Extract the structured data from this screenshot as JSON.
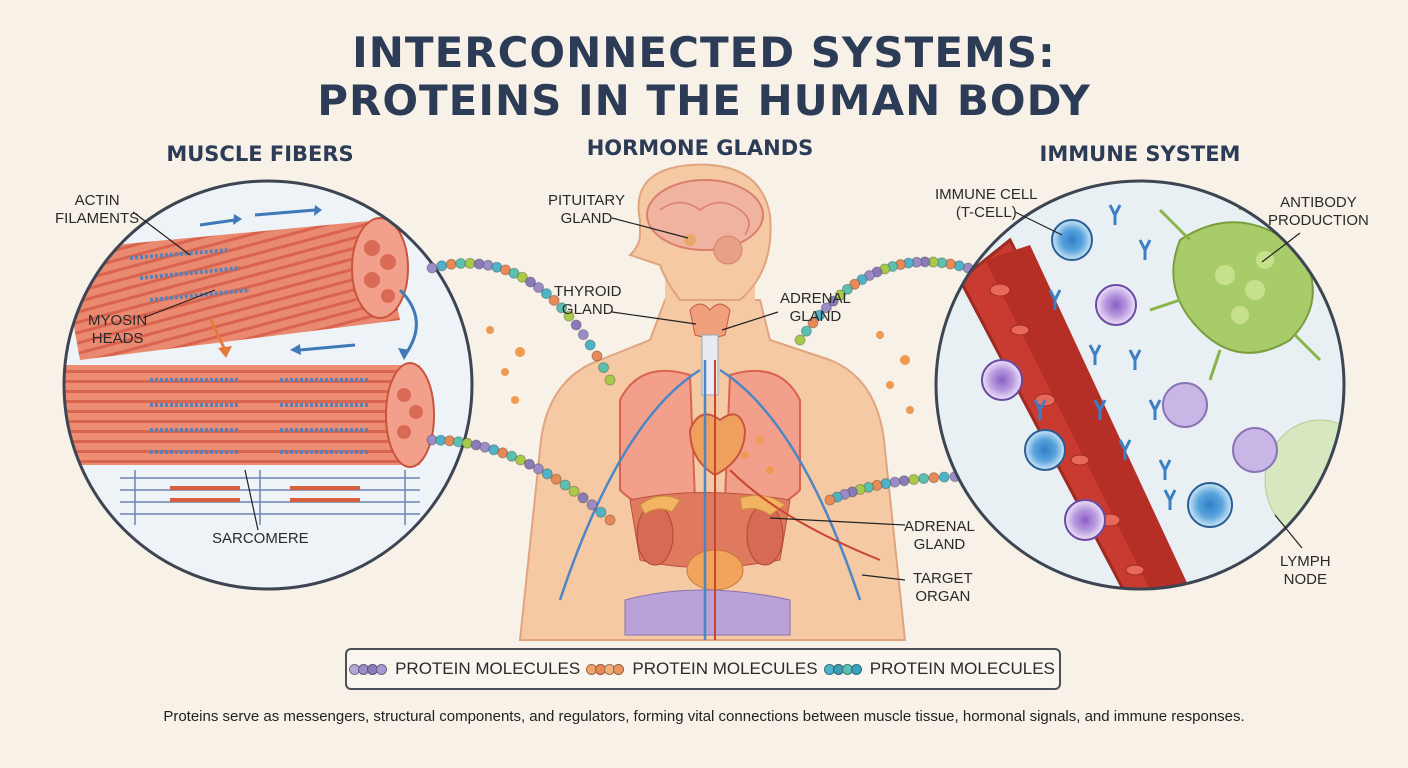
{
  "title": {
    "line1": "INTERCONNECTED SYSTEMS:",
    "line2": "PROTEINS IN THE HUMAN BODY"
  },
  "sections": {
    "muscle": "MUSCLE FIBERS",
    "hormone": "HORMONE GLANDS",
    "immune": "IMMUNE SYSTEM"
  },
  "labels": {
    "actin": [
      "ACTIN",
      "FILAMENTS"
    ],
    "myosin": [
      "MYOSIN",
      "HEADS"
    ],
    "sarcomere": "SARCOMERE",
    "pituitary": [
      "PITUITARY",
      "GLAND"
    ],
    "thyroid": [
      "THYROID",
      "GLAND"
    ],
    "adrenal_upper": [
      "ADRENAL",
      "GLAND"
    ],
    "adrenal_lower": [
      "ADRENAL",
      "GLAND"
    ],
    "target_organ": [
      "TARGET",
      "ORGAN"
    ],
    "immune_cell": [
      "IMMUNE CELL",
      "(T-CELL)"
    ],
    "antibody": [
      "ANTIBODY",
      "PRODUCTION"
    ],
    "lymph": [
      "LYMPH",
      "NODE"
    ]
  },
  "legend": [
    {
      "label": "PROTEIN MOLECULES",
      "colors": [
        "#b7a6d8",
        "#9b8cc6",
        "#8a7bb8",
        "#a899d0"
      ]
    },
    {
      "label": "PROTEIN MOLECULES",
      "colors": [
        "#f0a36a",
        "#e88a55",
        "#f4b07a",
        "#e99660"
      ]
    },
    {
      "label": "PROTEIN MOLECULES",
      "colors": [
        "#4fb3c8",
        "#3c9db5",
        "#5bc0b0",
        "#3aa0c0"
      ]
    }
  ],
  "caption": "Proteins serve as messengers, structural components, and regulators, forming vital connections between muscle tissue, hormonal signals, and immune responses.",
  "colors": {
    "title": "#2c3b56",
    "background": "#f7f1e8",
    "muscle": "#e9806a",
    "blood": "#c2342c",
    "body_skin": "#f4c9a3"
  }
}
